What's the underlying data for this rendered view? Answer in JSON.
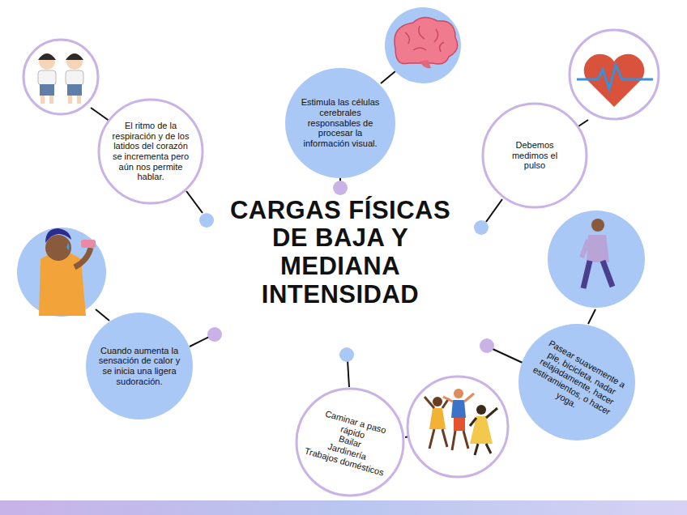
{
  "diagram": {
    "title": "CARGAS FÍSICAS DE BAJA Y MEDIANA INTENSIDAD",
    "nodes": [
      {
        "text": [
          "El ritmo de la respiración y de los latidos del corazón se incrementa pero aún nos permite hablar."
        ]
      },
      {
        "text": [
          "Estimula las células cerebrales responsables de procesar la información visual."
        ]
      },
      {
        "text": [
          "Debemos medimos el pulso"
        ]
      },
      {
        "text": [
          "Cuando aumenta la sensación de calor y se inicia una ligera sudoración."
        ]
      },
      {
        "text": [
          "Caminar a paso rápido",
          "Bailar",
          "Jardinería",
          "Trabajos domésticos"
        ]
      },
      {
        "text": [
          "Pasear suavemente a pie, bicicleta, nadar relajadamente, hacer estiramientos, o hacer yoga."
        ]
      }
    ]
  }
}
